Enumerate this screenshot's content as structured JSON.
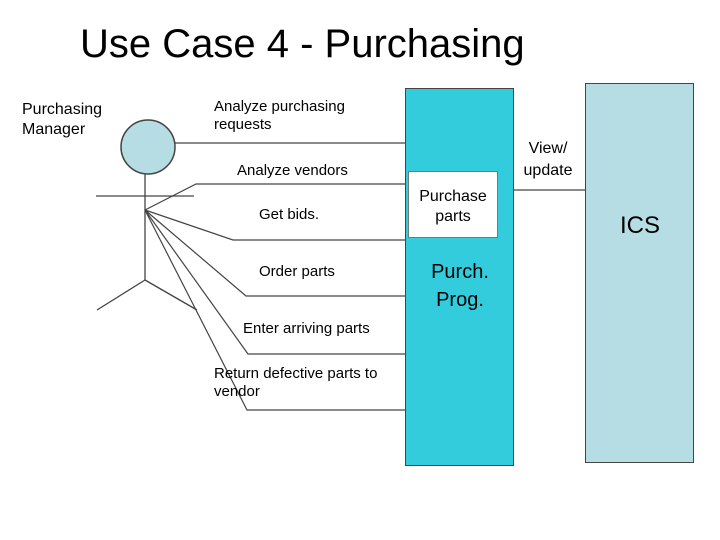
{
  "title": "Use Case 4 - Purchasing",
  "actor": {
    "label": "Purchasing\nManager"
  },
  "use_cases": [
    "Analyze purchasing\nrequests",
    "Analyze vendors",
    "Get bids.",
    "Order parts",
    "Enter arriving parts",
    "Return defective parts to\nvendor"
  ],
  "system": {
    "purchase_parts": "Purchase\nparts",
    "program": "Purch.\nProg.",
    "view_update": "View/\nupdate",
    "ics": "ICS"
  },
  "colors": {
    "program_box": "#33ccdd",
    "ics_box": "#b7dde4"
  }
}
